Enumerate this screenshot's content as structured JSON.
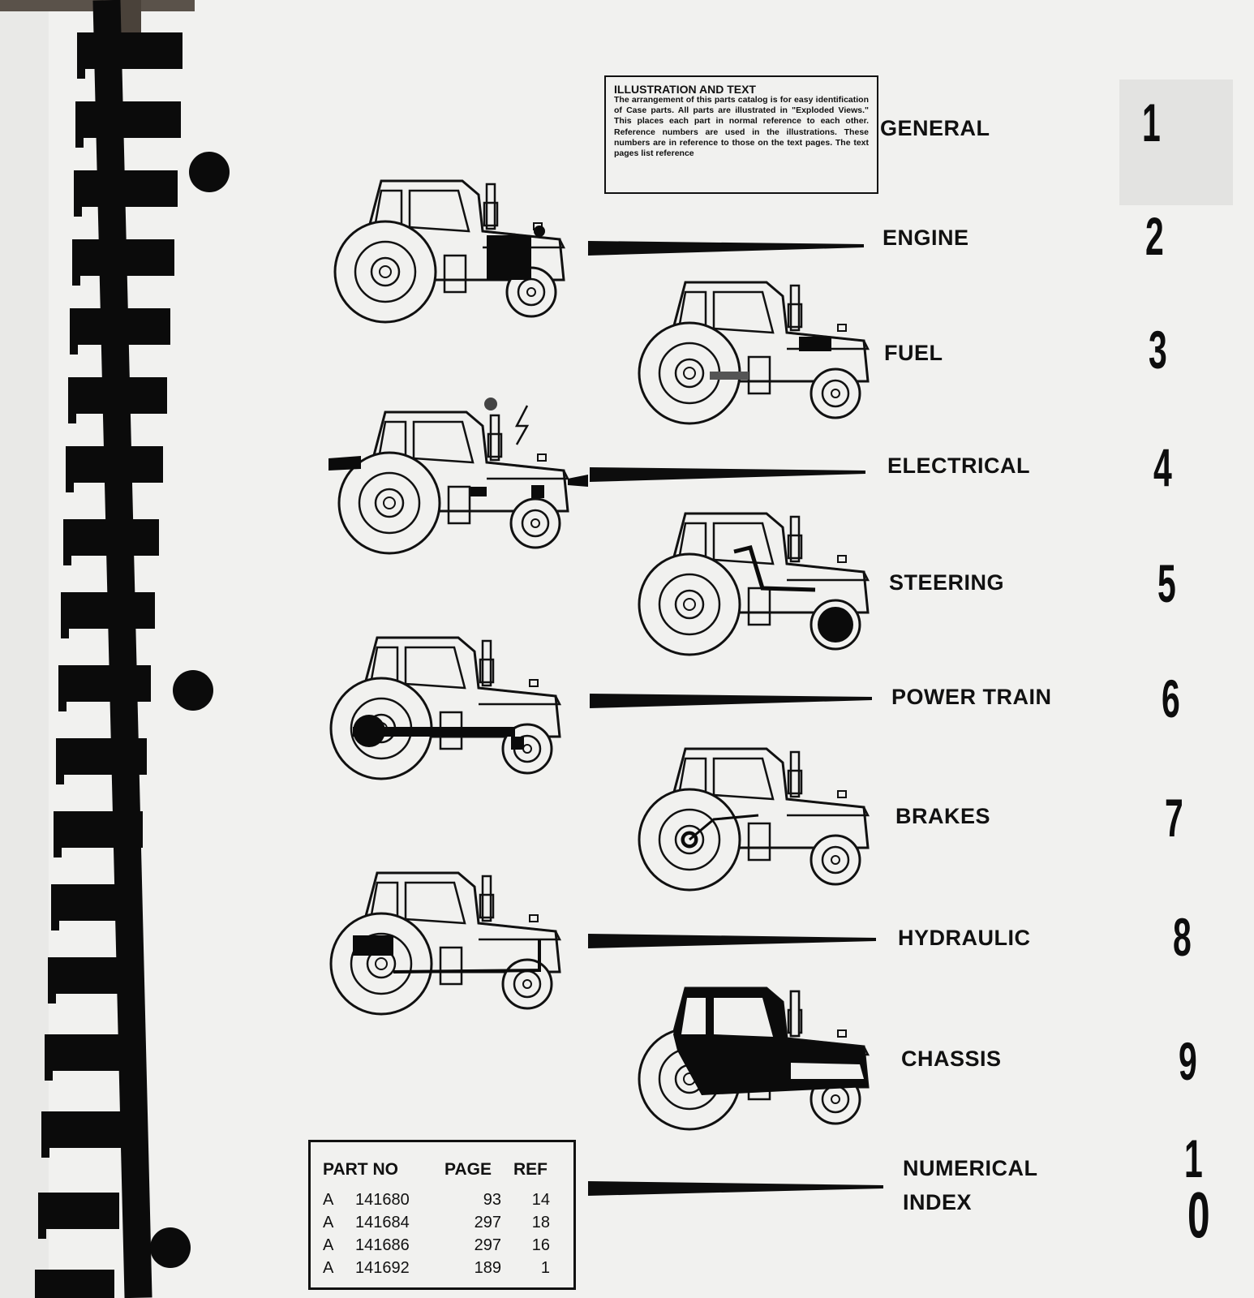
{
  "info_box": {
    "title": "ILLUSTRATION AND TEXT",
    "body": "The arrangement of this parts catalog is for easy identification of Case parts. All parts are illustrated in \"Exploded Views.\" This places each part in normal reference to each other. Reference numbers are used in the illustrations. These numbers are in reference to those on the text pages. The text pages list reference"
  },
  "sections": [
    {
      "label": "GENERAL",
      "number": "1",
      "tractor_highlight": "none"
    },
    {
      "label": "ENGINE",
      "number": "2",
      "tractor_highlight": "engine"
    },
    {
      "label": "FUEL",
      "number": "3",
      "tractor_highlight": "fuel"
    },
    {
      "label": "ELECTRICAL",
      "number": "4",
      "tractor_highlight": "electrical"
    },
    {
      "label": "STEERING",
      "number": "5",
      "tractor_highlight": "steering"
    },
    {
      "label": "POWER TRAIN",
      "number": "6",
      "tractor_highlight": "power-train"
    },
    {
      "label": "BRAKES",
      "number": "7",
      "tractor_highlight": "brakes"
    },
    {
      "label": "HYDRAULIC",
      "number": "8",
      "tractor_highlight": "hydraulic"
    },
    {
      "label": "CHASSIS",
      "number": "9",
      "tractor_highlight": "chassis"
    },
    {
      "label_line1": "NUMERICAL",
      "label_line2": "INDEX",
      "number_line1": "1",
      "number_line2": "0",
      "tractor_highlight": "none"
    }
  ],
  "parts_table": {
    "headers": [
      "PART NO",
      "PAGE",
      "REF"
    ],
    "rows": [
      {
        "prefix": "A",
        "part": "141680",
        "page": "93",
        "ref": "14"
      },
      {
        "prefix": "A",
        "part": "141684",
        "page": "297",
        "ref": "18"
      },
      {
        "prefix": "A",
        "part": "141686",
        "page": "297",
        "ref": "16"
      },
      {
        "prefix": "A",
        "part": "141692",
        "page": "189",
        "ref": "1"
      }
    ]
  },
  "colors": {
    "paper": "#f1f1ef",
    "ink": "#111111",
    "binding": "#0b0b0b"
  }
}
